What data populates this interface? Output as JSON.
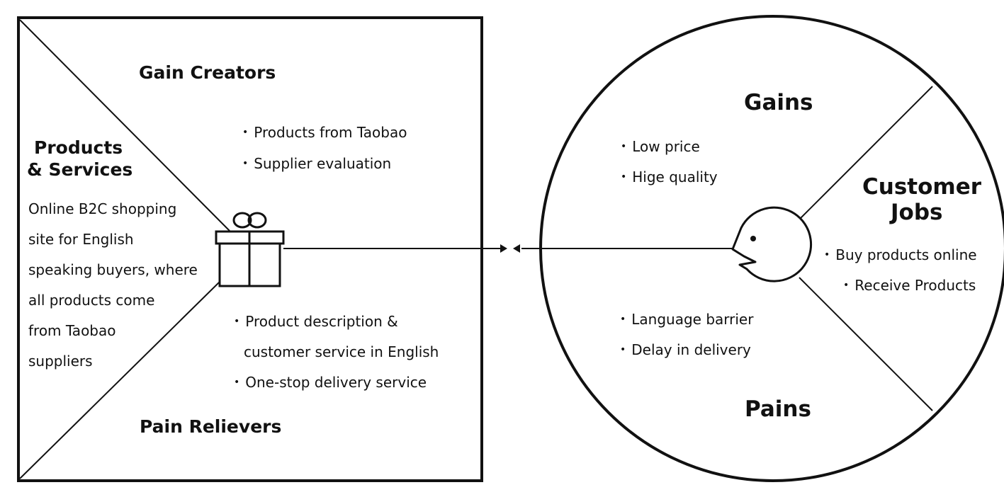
{
  "value_map": {
    "gain_creators": {
      "title": "Gain Creators",
      "items": [
        "Products from Taobao",
        "Supplier evaluation"
      ]
    },
    "products_services": {
      "title_line1": "Products",
      "title_line2": "& Services",
      "description_lines": [
        "Online B2C shopping",
        "site for English",
        "speaking buyers, where",
        "all products come",
        "from Taobao",
        "suppliers"
      ]
    },
    "pain_relievers": {
      "title": "Pain Relievers",
      "items": [
        "Product description &",
        "customer service in English",
        "One-stop delivery service"
      ]
    }
  },
  "customer_profile": {
    "gains": {
      "title": "Gains",
      "items": [
        "Low price",
        "Hige quality"
      ]
    },
    "customer_jobs": {
      "title_line1": "Customer",
      "title_line2": "Jobs",
      "items": [
        "Buy products online",
        "Receive Products"
      ]
    },
    "pains": {
      "title": "Pains",
      "items": [
        "Language barrier",
        "Delay in delivery"
      ]
    }
  },
  "icons": [
    "gift-icon",
    "customer-face-icon",
    "arrow-left-icon",
    "arrow-right-icon"
  ],
  "colors": {
    "stroke": "#111111",
    "background": "#ffffff"
  }
}
